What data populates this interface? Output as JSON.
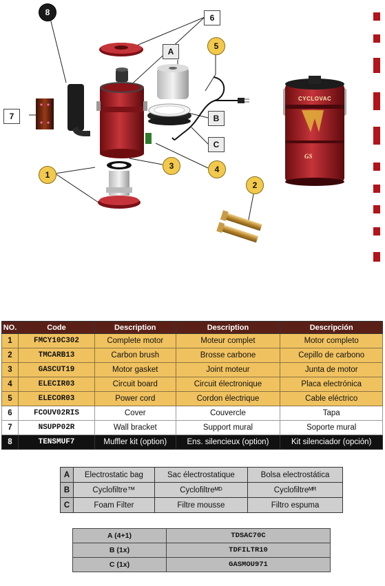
{
  "callouts": {
    "n1": "1",
    "n2": "2",
    "n3": "3",
    "n4": "4",
    "n5": "5",
    "n6": "6",
    "n7": "7",
    "n8": "8",
    "a": "A",
    "b": "B",
    "c": "C"
  },
  "product_brand": "CYCLOVAC",
  "product_model": "GS",
  "table": {
    "headers": [
      "NO.",
      "Code",
      "Description",
      "Description",
      "Descripción"
    ],
    "rows": [
      {
        "no": "1",
        "code": "FMCY10C302",
        "en": "Complete motor",
        "fr": "Moteur complet",
        "es": "Motor completo",
        "style": "gold"
      },
      {
        "no": "2",
        "code": "TMCARB13",
        "en": "Carbon brush",
        "fr": "Brosse carbone",
        "es": "Cepillo de carbono",
        "style": "gold"
      },
      {
        "no": "3",
        "code": "GASCUT19",
        "en": "Motor gasket",
        "fr": "Joint moteur",
        "es": "Junta de motor",
        "style": "gold"
      },
      {
        "no": "4",
        "code": "ELECIR03",
        "en": "Circuit board",
        "fr": "Circuit électronique",
        "es": "Placa electrónica",
        "style": "gold"
      },
      {
        "no": "5",
        "code": "ELECOR03",
        "en": "Power cord",
        "fr": "Cordon électrique",
        "es": "Cable eléctrico",
        "style": "gold"
      },
      {
        "no": "6",
        "code": "FCOUV02RIS",
        "en": "Cover",
        "fr": "Couvercle",
        "es": "Tapa",
        "style": "white"
      },
      {
        "no": "7",
        "code": "NSUPP02R",
        "en": "Wall bracket",
        "fr": "Support mural",
        "es": "Soporte mural",
        "style": "white"
      },
      {
        "no": "8",
        "code": "TENSMUF7",
        "en": "Muffler kit (option)",
        "fr": "Ens. silencieux (option)",
        "es": "Kit silenciador (opción)",
        "style": "black"
      }
    ]
  },
  "filters": [
    {
      "letter": "A",
      "en": "Electrostatic bag",
      "fr": "Sac électrostatique",
      "es": "Bolsa electrostática"
    },
    {
      "letter": "B",
      "en": "Cyclofiltre™",
      "fr": "Cyclofiltreᴹᴰ",
      "es": "Cyclofiltreᴹᴿ"
    },
    {
      "letter": "C",
      "en": "Foam Filter",
      "fr": "Filtre mousse",
      "es": "Filtro espuma"
    }
  ],
  "refs": [
    {
      "qty": "A (4+1)",
      "code": "TDSAC70C"
    },
    {
      "qty": "B (1x)",
      "code": "TDFILTR10"
    },
    {
      "qty": "C (1x)",
      "code": "GASMOU971"
    }
  ],
  "colors": {
    "accent_red": "#b3141b",
    "header_brown": "#5a2017",
    "gold": "#f0c25f"
  }
}
